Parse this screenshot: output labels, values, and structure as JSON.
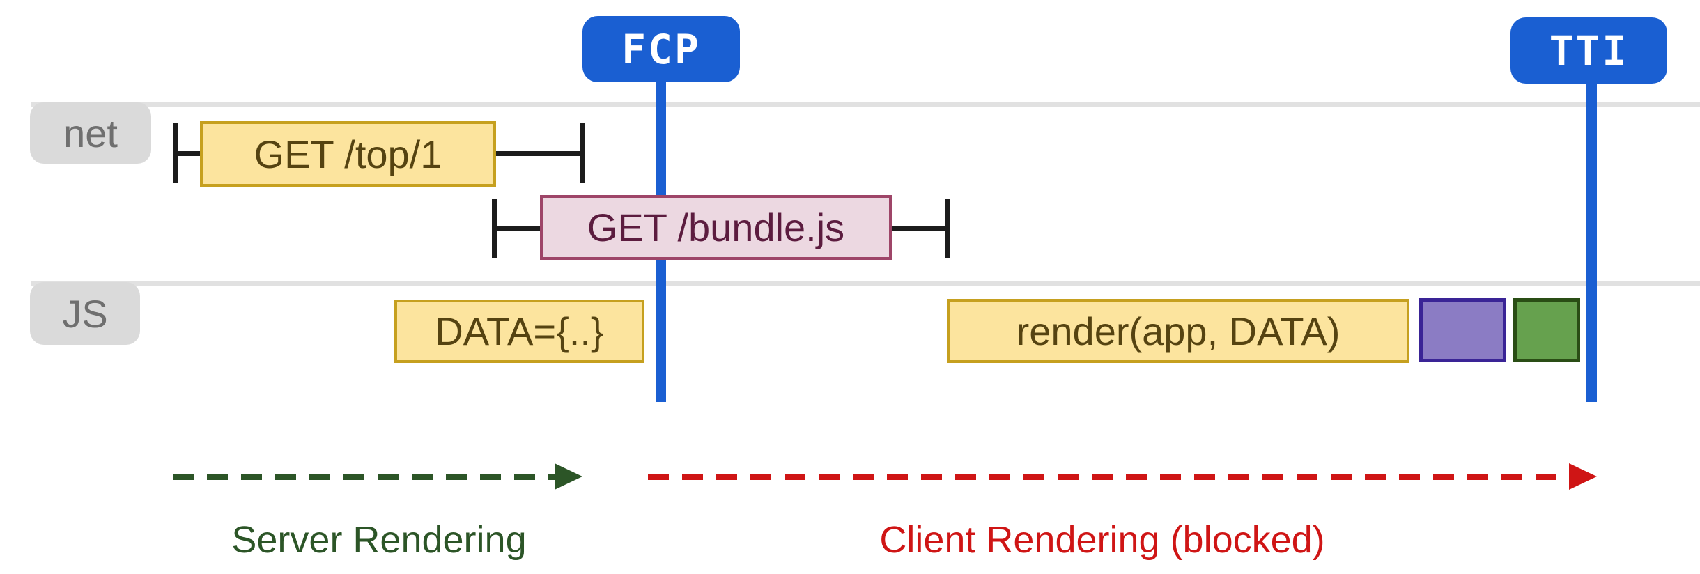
{
  "markers": {
    "fcp": {
      "label": "FCP"
    },
    "tti": {
      "label": "TTI"
    }
  },
  "lanes": {
    "net": {
      "label": "net"
    },
    "js": {
      "label": "JS"
    }
  },
  "tasks": {
    "get_top": {
      "label": "GET /top/1"
    },
    "get_bundle": {
      "label": "GET /bundle.js"
    },
    "data": {
      "label": "DATA={..}"
    },
    "render": {
      "label": "render(app, DATA)"
    },
    "purple_task": {
      "label": ""
    },
    "green_task": {
      "label": ""
    }
  },
  "phases": {
    "server": {
      "label": "Server Rendering"
    },
    "client": {
      "label": "Client Rendering (blocked)"
    }
  },
  "colors": {
    "marker_blue": "#1a5fd2",
    "lane_line_gray": "#e1e1e1",
    "lane_label_bg": "#dadada",
    "lane_label_text": "#6f6f6f",
    "task_yellow_bg": "#fce49e",
    "task_yellow_border": "#c6a01f",
    "task_yellow_text": "#554311",
    "task_pink_bg": "#ecd8e1",
    "task_pink_border": "#9e4568",
    "task_pink_text": "#5c1c3f",
    "task_purple_bg": "#8b7cc4",
    "task_purple_border": "#3a2496",
    "task_green_bg": "#66a14e",
    "task_green_border": "#2a4d15",
    "server_phase_green": "#2c5527",
    "client_phase_red": "#cf1515",
    "whisker_black": "#1c1c1c"
  }
}
